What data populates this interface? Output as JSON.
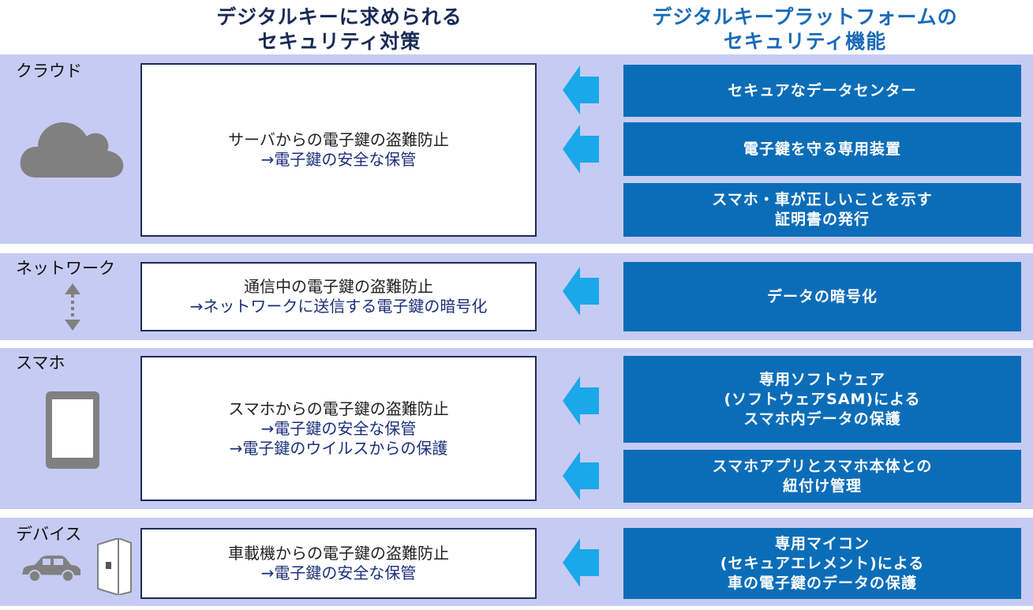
{
  "headers": {
    "left": [
      "デジタルキーに求められる",
      "セキュリティ対策"
    ],
    "right": [
      "デジタルキープラットフォームの",
      "セキュリティ機能"
    ]
  },
  "layers": [
    {
      "label": "クラウド",
      "icon": "cloud-icon",
      "requirement": [
        "サーバからの電子鍵の盗難防止",
        "→電子鍵の安全な保管"
      ],
      "features": [
        [
          "セキュアなデータセンター"
        ],
        [
          "電子鍵を守る専用装置"
        ],
        [
          "スマホ・車が正しいことを示す",
          "証明書の発行"
        ]
      ]
    },
    {
      "label": "ネットワーク",
      "icon": "double-arrow-icon",
      "requirement": [
        "通信中の電子鍵の盗難防止",
        "→ネットワークに送信する電子鍵の暗号化"
      ],
      "features": [
        [
          "データの暗号化"
        ]
      ]
    },
    {
      "label": "スマホ",
      "icon": "smartphone-icon",
      "requirement": [
        "スマホからの電子鍵の盗難防止",
        "→電子鍵の安全な保管",
        "→電子鍵のウイルスからの保護"
      ],
      "features": [
        [
          "専用ソフトウェア",
          "(ソフトウェアSAM)による",
          "スマホ内データの保護"
        ],
        [
          "スマホアプリとスマホ本体との",
          "紐付け管理"
        ]
      ]
    },
    {
      "label": "デバイス",
      "icon": "car-icon",
      "requirement": [
        "車載機からの電子鍵の盗難防止",
        "→電子鍵の安全な保管"
      ],
      "features": [
        [
          "専用マイコン",
          "(セキュアエレメント)による",
          "車の電子鍵のデータの保護"
        ]
      ]
    }
  ],
  "colors": {
    "band": "#c6cbf3",
    "feature_box": "#0b6db8",
    "arrow": "#1aa8ea",
    "left_header": "#1a2a55",
    "right_header": "#1a6ab8",
    "icon_gray": "#808080"
  }
}
